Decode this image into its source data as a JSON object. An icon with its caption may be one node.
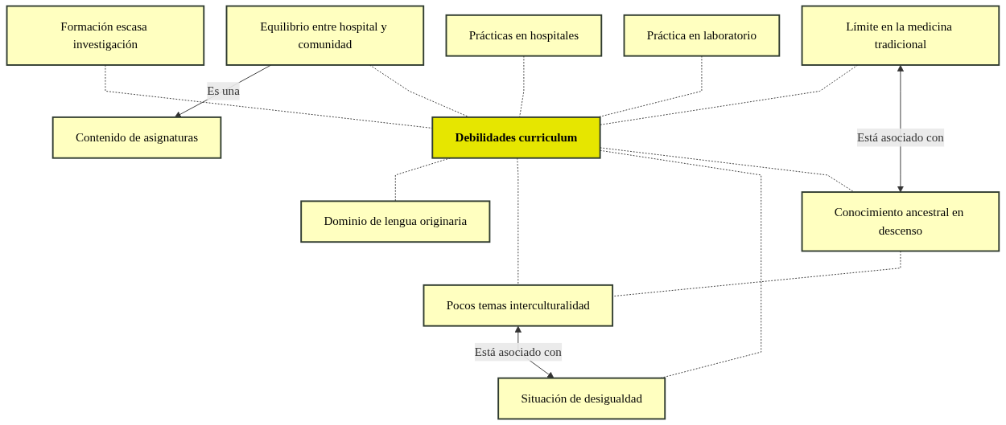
{
  "diagram": {
    "nodes": [
      {
        "text": [
          "Formación escasa investigación"
        ]
      },
      {
        "text": [
          "Prácticas en hospitales"
        ]
      },
      {
        "text": [
          "Equilibrio entre hospital y comunidad"
        ]
      },
      {
        "text": [
          "Contenido de asignaturas"
        ]
      },
      {
        "text": [
          "Práctica en laboratorio"
        ]
      },
      {
        "text": [
          "Límite en la medicina tradicional"
        ]
      },
      {
        "text": [
          "Debilidades curriculum"
        ]
      },
      {
        "text": [
          "Dominio de lengua originaria"
        ]
      },
      {
        "text": [
          "Conocimiento ancestral en descenso"
        ]
      },
      {
        "text": [
          "Pocos temas interculturalidad"
        ]
      },
      {
        "text": [
          "Situación de desigualdad"
        ]
      }
    ],
    "edges": [
      {
        "from": 2,
        "to": 3,
        "arrow": "to",
        "label": "Es una"
      },
      {
        "from": 0,
        "to": 6,
        "arrow": "none",
        "style": "dashed"
      },
      {
        "from": 1,
        "to": 6,
        "arrow": "none",
        "style": "dashed"
      },
      {
        "from": 2,
        "to": 6,
        "arrow": "none",
        "style": "dashed"
      },
      {
        "from": 4,
        "to": 6,
        "arrow": "none",
        "style": "dashed"
      },
      {
        "from": 5,
        "to": 6,
        "arrow": "none",
        "style": "dashed"
      },
      {
        "from": 6,
        "to": 7,
        "arrow": "none",
        "style": "dashed"
      },
      {
        "from": 5,
        "to": 8,
        "arrow": "both",
        "label": "Está asociado con"
      },
      {
        "from": 6,
        "to": 9,
        "arrow": "none",
        "style": "dashed"
      },
      {
        "from": 6,
        "to": 10,
        "arrow": "none",
        "style": "dashed"
      },
      {
        "from": 6,
        "to": 8,
        "arrow": "none",
        "style": "dashed"
      },
      {
        "from": 8,
        "to": 9,
        "arrow": "none",
        "style": "dashed"
      },
      {
        "from": 9,
        "to": 10,
        "arrow": "both",
        "label": "Está asociado con"
      }
    ]
  }
}
